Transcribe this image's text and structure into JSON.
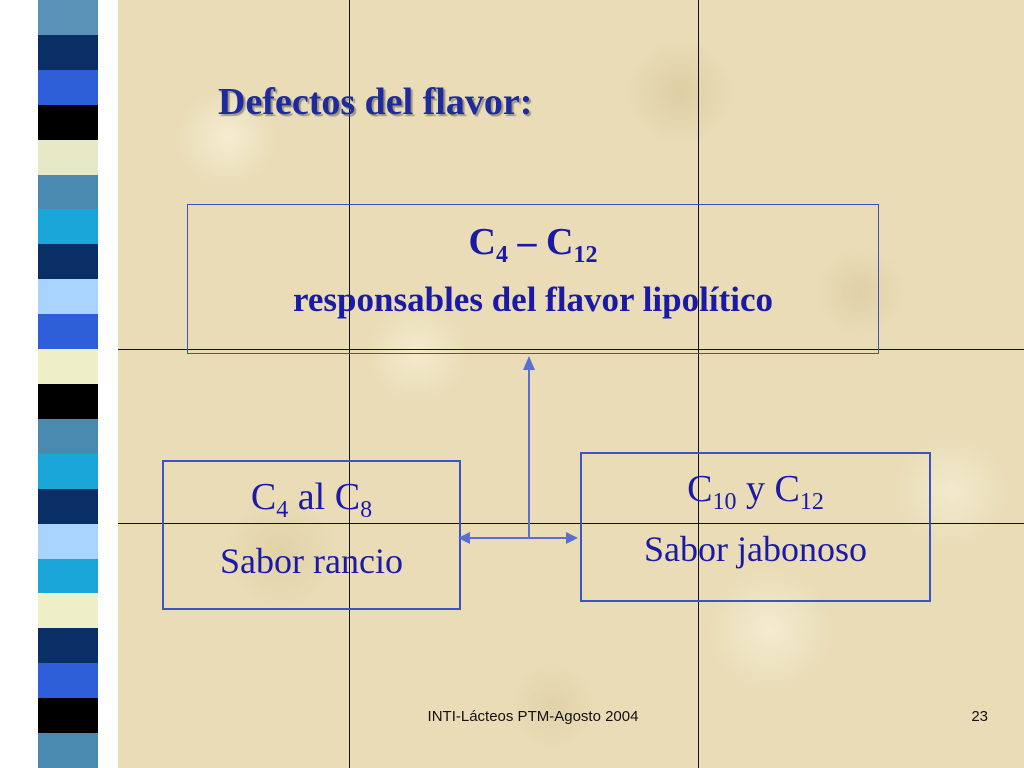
{
  "slide": {
    "title": "Defectos del flavor:",
    "top_box": {
      "c_start": "C",
      "c_start_sub": "4",
      "dash": " – ",
      "c_end": "C",
      "c_end_sub": "12",
      "text": "responsables del flavor lipolítico"
    },
    "left_box": {
      "c_start": "C",
      "c_start_sub": "4",
      "connector": " al ",
      "c_end": "C",
      "c_end_sub": "8",
      "text": "Sabor rancio"
    },
    "right_box": {
      "c_start": "C",
      "c_start_sub": "10",
      "connector": " y ",
      "c_end": "C",
      "c_end_sub": "12",
      "text": "Sabor jabonoso"
    }
  },
  "footer": {
    "text": "INTI-Lácteos PTM-Agosto 2004",
    "page_number": "23"
  },
  "colors": {
    "title": "#1f2a9c",
    "text": "#1a1aa6",
    "box_border": "#3a54c4",
    "arrow": "#5a6fd0",
    "background": "#e9dcb6"
  },
  "decor": {
    "stripe_colors": [
      "#5a92b8",
      "#0a2f66",
      "#2f5fd8",
      "#000000",
      "#e6e8c6",
      "#4a8ab0",
      "#1aa6d8",
      "#0a2f66",
      "#a8d4ff",
      "#2f5fd8",
      "#eeeec8",
      "#000000",
      "#4a8ab0",
      "#1aa6d8",
      "#0a2f66",
      "#a8d4ff",
      "#1aa6d8",
      "#eeeec8",
      "#0a2f66",
      "#2f5fd8",
      "#000000",
      "#4a8ab0"
    ]
  }
}
